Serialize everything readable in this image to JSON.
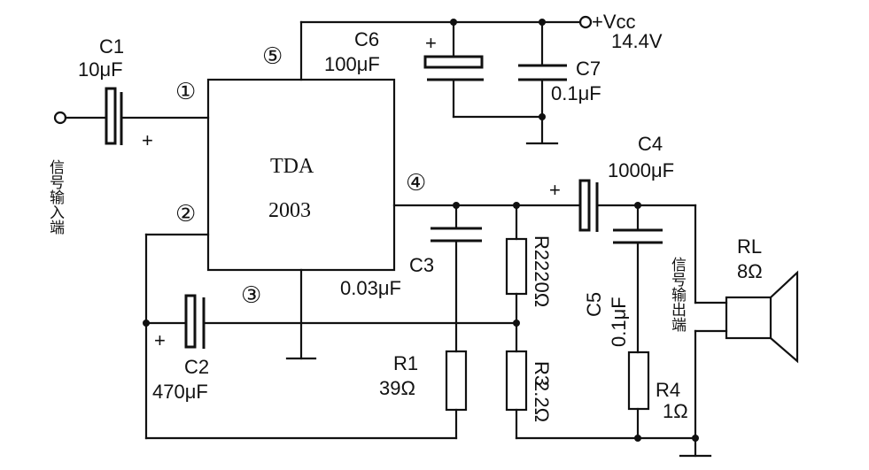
{
  "ic": {
    "name_line1": "TDA",
    "name_line2": "2003"
  },
  "pins": {
    "p1": "①",
    "p2": "②",
    "p3": "③",
    "p4": "④",
    "p5": "⑤"
  },
  "supply": {
    "label": "+Vcc",
    "voltage": "14.4V"
  },
  "components": {
    "c1": {
      "ref": "C1",
      "value": "10μF"
    },
    "c2": {
      "ref": "C2",
      "value": "470μF"
    },
    "c3": {
      "ref": "C3",
      "value": "0.03μF"
    },
    "c4": {
      "ref": "C4",
      "value": "1000μF"
    },
    "c5": {
      "ref": "C5",
      "value": "0.1μF"
    },
    "c6": {
      "ref": "C6",
      "value": "100μF"
    },
    "c7": {
      "ref": "C7",
      "value": "0.1μF"
    },
    "r1": {
      "ref": "R1",
      "value": "39Ω"
    },
    "r2": {
      "ref": "R2",
      "value": "220Ω"
    },
    "r3": {
      "ref": "R3",
      "value": "2.2Ω"
    },
    "r4": {
      "ref": "R4",
      "value": "1Ω"
    },
    "rl": {
      "ref": "RL",
      "value": "8Ω"
    }
  },
  "polarity": {
    "plus": "+"
  },
  "notes": {
    "input": "信号输入端",
    "output": "信号输出端"
  }
}
